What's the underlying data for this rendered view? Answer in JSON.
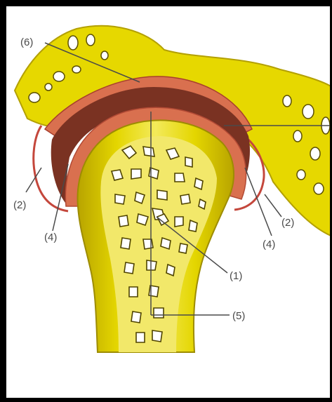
{
  "labels": {
    "l6": "(6)",
    "l2_left": "(2)",
    "l2_right": "(2)",
    "l4_left": "(4)",
    "l4_right": "(4)",
    "l1": "(1)",
    "l5": "(5)"
  },
  "colors": {
    "bone": "#e6d800",
    "bone_dark": "#b7a600",
    "bone_light": "#f4ea45",
    "cartilage": "#d9704f",
    "cavity": "#7a3222",
    "capsule": "#c4473c",
    "line": "#4a4a4a"
  }
}
